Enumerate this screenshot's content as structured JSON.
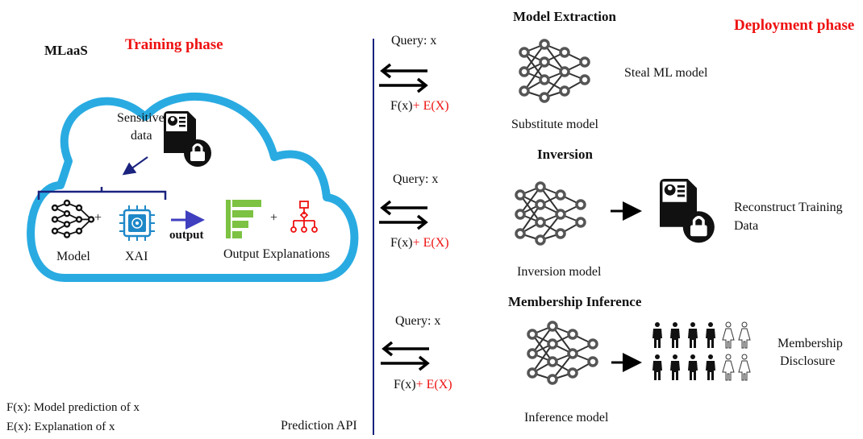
{
  "title_mlaas": "MLaaS",
  "training_phase": "Training phase",
  "deployment_phase": "Deployment phase",
  "sensitive_data": [
    "Sensitive",
    "data"
  ],
  "labels": {
    "model": "Model",
    "xai": "XAI",
    "output": "output",
    "output_explanations": "Output Explanations",
    "plus": "+"
  },
  "queries": [
    {
      "query": "Query: x",
      "fx": "F(x)",
      "plus_ex": "+ E(X)"
    },
    {
      "query": "Query: x",
      "fx": "F(x)",
      "plus_ex": "+ E(X)"
    },
    {
      "query": "Query: x",
      "fx": "F(x)",
      "plus_ex": "+ E(X)"
    }
  ],
  "attacks": {
    "extraction": {
      "title": "Model Extraction",
      "model": "Substitute model",
      "result": "Steal ML model"
    },
    "inversion": {
      "title": "Inversion",
      "model": "Inversion model",
      "result": [
        "Reconstruct Training",
        "Data"
      ]
    },
    "membership": {
      "title": "Membership Inference",
      "model": "Inference model",
      "result": [
        "Membership",
        "Disclosure"
      ]
    }
  },
  "legend": {
    "fx": "F(x): Model prediction of x",
    "ex": "E(x): Explanation of x"
  },
  "prediction_api": "Prediction API",
  "colors": {
    "cloud": "#29abe2",
    "divider": "#1a237e",
    "red": "#ee1111",
    "green": "#7dc242",
    "chip": "#1e88c8",
    "arrow_blue": "#3f3fbf"
  }
}
